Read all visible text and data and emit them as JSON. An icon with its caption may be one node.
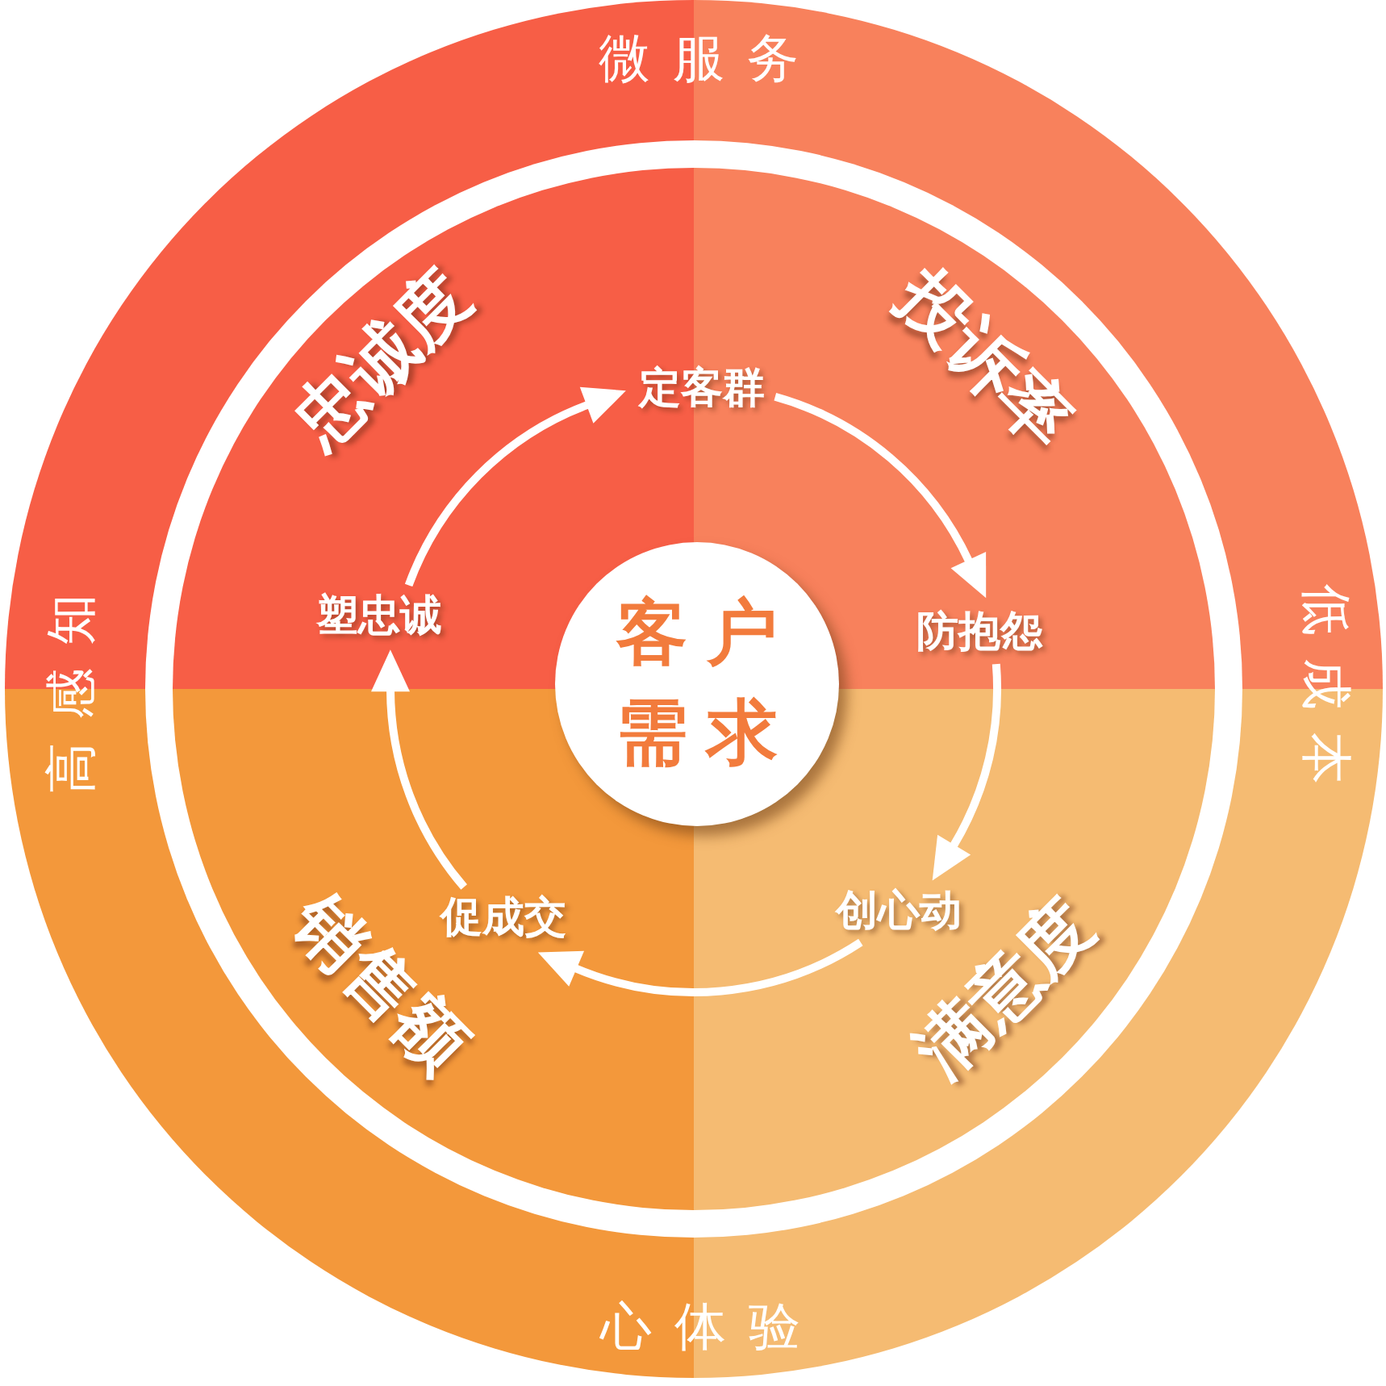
{
  "diagram": {
    "nodes": [
      {
        "text": [
          "微服务",
          "低成本",
          "心体验",
          "高感知"
        ]
      },
      {
        "text": [
          "忠诚度"
        ],
        "in": 0
      },
      {
        "text": [
          "投诉率"
        ],
        "in": 0
      },
      {
        "text": [
          "销售额"
        ],
        "in": 0
      },
      {
        "text": [
          "满意度"
        ],
        "in": 0
      },
      {
        "text": [
          "客户需求"
        ],
        "in": 0
      },
      {
        "text": [
          "定客群"
        ],
        "in": 0
      },
      {
        "text": [
          "防抱怨"
        ],
        "in": 2
      },
      {
        "text": [
          "创心动"
        ],
        "in": 4
      },
      {
        "text": [
          "促成交"
        ],
        "in": 3
      },
      {
        "text": [
          "塑忠诚"
        ],
        "in": 1
      }
    ],
    "edges": [
      {
        "from": 6,
        "to": 7,
        "arrow": "to"
      },
      {
        "from": 7,
        "to": 8,
        "arrow": "to"
      },
      {
        "from": 8,
        "to": 9,
        "arrow": "to"
      },
      {
        "from": 9,
        "to": 10,
        "arrow": "to"
      },
      {
        "from": 10,
        "to": 6,
        "arrow": "to"
      }
    ]
  }
}
